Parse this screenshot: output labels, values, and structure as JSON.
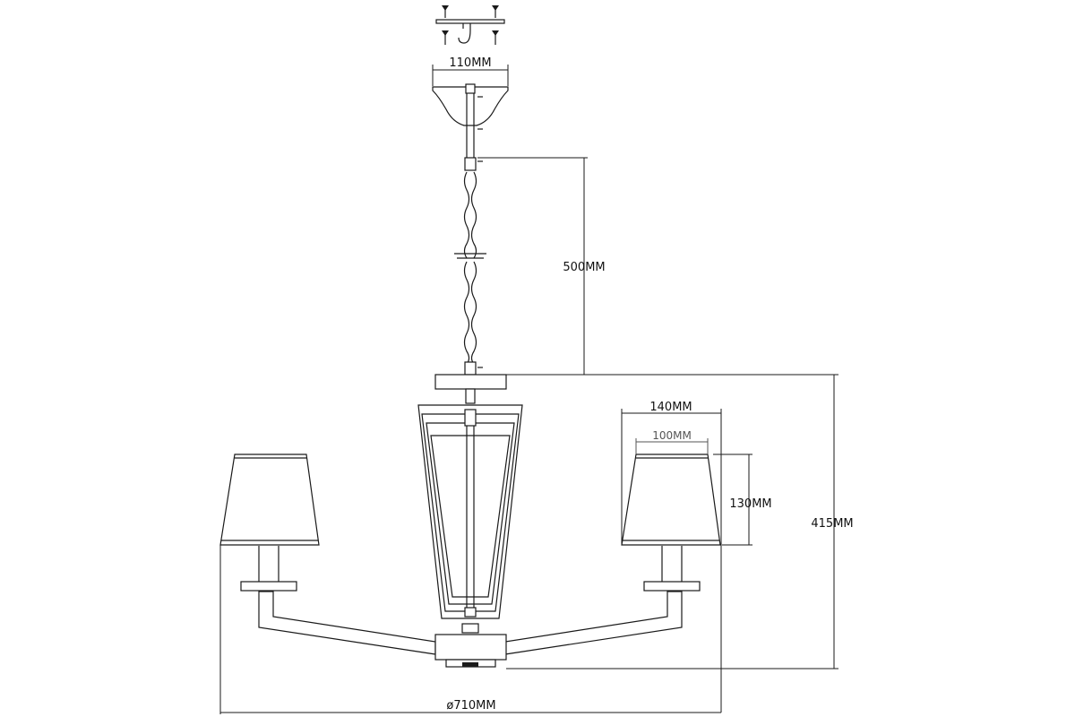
{
  "dimensions": {
    "canopy_width": "110MM",
    "chain_length": "500MM",
    "shade_top_outer": "140MM",
    "shade_top_inner": "100MM",
    "shade_height": "130MM",
    "body_height": "415MM",
    "overall_diameter": "ø710MM"
  }
}
